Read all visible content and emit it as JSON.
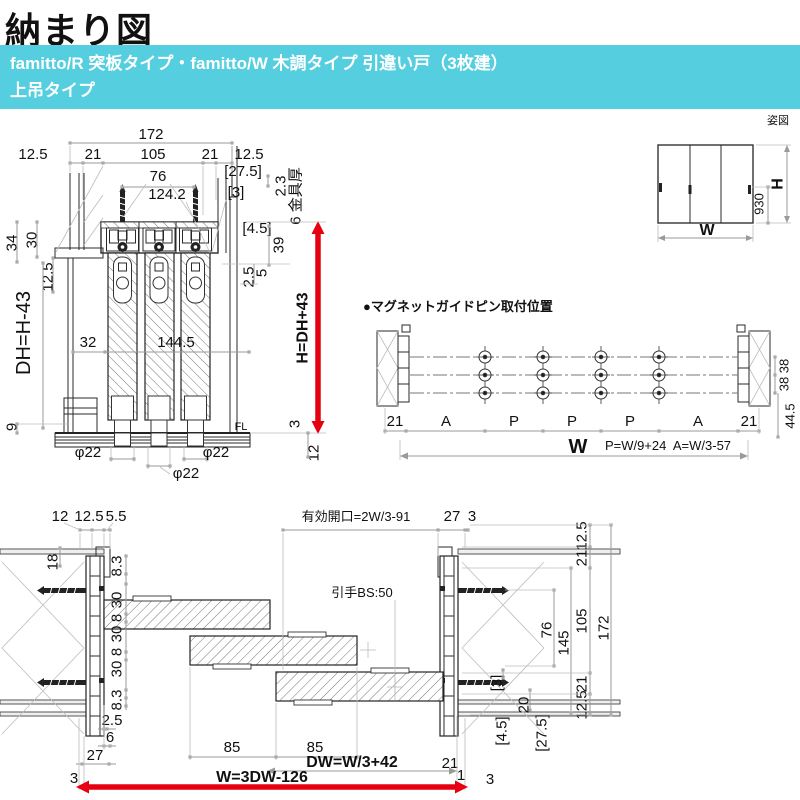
{
  "page": {
    "title": "納まり図"
  },
  "band": {
    "line1": "famitto/R 突板タイプ・famitto/W 木調タイプ 引違い戸（3枚建）",
    "line2": "上吊タイプ"
  },
  "colors": {
    "accent_red": "#e50012",
    "band_teal": "#55cfe0"
  },
  "elev": {
    "caption": "姿図",
    "w": "W",
    "h": "H",
    "d930": "930"
  },
  "vsec": {
    "top": [
      "172",
      "12.5",
      "21",
      "105",
      "21",
      "12.5"
    ],
    "leader": [
      "76",
      "124.2",
      "[27.5]",
      "[3]"
    ],
    "right": [
      "2.3",
      "6 金具厚",
      "[4.5]",
      "39",
      "2.5",
      "5"
    ],
    "arrow": "H=DH+43",
    "rb": [
      "3",
      "12"
    ],
    "left": [
      "34",
      "30",
      "12.5",
      "DH=H-43",
      "32",
      "144.5",
      "9"
    ],
    "fl": "FL",
    "phi": [
      "φ22",
      "φ22",
      "φ22"
    ]
  },
  "mag": {
    "title": "●マグネットガイドピン取付位置",
    "bottom": [
      "21",
      "A",
      "P",
      "P",
      "P",
      "A",
      "21"
    ],
    "w": "W",
    "formula": "P=W/9+24  A=W/3-57",
    "right": [
      "38",
      "38",
      "44.5"
    ]
  },
  "plan": {
    "top": [
      "12",
      "12.5",
      "5.5",
      "有効開口=2W/3-91",
      "27",
      "3"
    ],
    "handle": "引手BS:50",
    "left": [
      "18",
      "8.3",
      "30",
      "8",
      "30",
      "8",
      "30",
      "8.3",
      "2.5",
      "6",
      "27",
      "3"
    ],
    "right": [
      "12.5",
      "21",
      "105",
      "21",
      "12.5",
      "172",
      "145",
      "76",
      "[3]",
      "20",
      "[4.5]",
      "[27.5]"
    ],
    "bottom": [
      "85",
      "85",
      "DW=W/3+42",
      "W=3DW-126",
      "21",
      "1",
      "3",
      "3"
    ]
  }
}
